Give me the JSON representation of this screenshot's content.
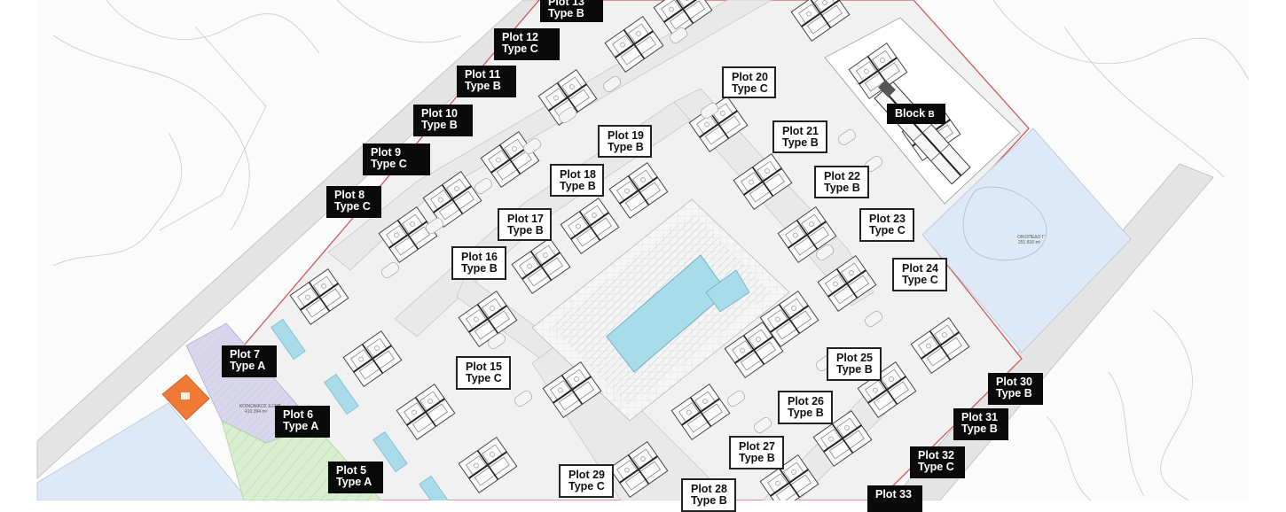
{
  "plots": [
    {
      "id": "plot-13",
      "line1": "Plot 13",
      "line2": "Type B",
      "style": "dark"
    },
    {
      "id": "plot-12",
      "line1": "Plot 12",
      "line2": "Type C",
      "style": "dark"
    },
    {
      "id": "plot-11",
      "line1": "Plot 11",
      "line2": "Type B",
      "style": "dark"
    },
    {
      "id": "plot-10",
      "line1": "Plot 10",
      "line2": "Type B",
      "style": "dark"
    },
    {
      "id": "plot-9",
      "line1": "Plot 9",
      "line2": "Type C",
      "style": "dark"
    },
    {
      "id": "plot-8",
      "line1": "Plot 8",
      "line2": "Type C",
      "style": "dark"
    },
    {
      "id": "plot-7",
      "line1": "Plot 7",
      "line2": "Type A",
      "style": "dark"
    },
    {
      "id": "plot-6",
      "line1": "Plot 6",
      "line2": "Type A",
      "style": "dark"
    },
    {
      "id": "plot-5",
      "line1": "Plot 5",
      "line2": "Type A",
      "style": "dark"
    },
    {
      "id": "plot-20",
      "line1": "Plot 20",
      "line2": "Type C",
      "style": "light"
    },
    {
      "id": "plot-19",
      "line1": "Plot 19",
      "line2": "Type B",
      "style": "light"
    },
    {
      "id": "plot-18",
      "line1": "Plot 18",
      "line2": "Type B",
      "style": "light"
    },
    {
      "id": "plot-17",
      "line1": "Plot 17",
      "line2": "Type B",
      "style": "light"
    },
    {
      "id": "plot-16",
      "line1": "Plot 16",
      "line2": "Type B",
      "style": "light"
    },
    {
      "id": "plot-15",
      "line1": "Plot 15",
      "line2": "Type C",
      "style": "light"
    },
    {
      "id": "plot-21",
      "line1": "Plot 21",
      "line2": "Type B",
      "style": "light"
    },
    {
      "id": "plot-22",
      "line1": "Plot 22",
      "line2": "Type B",
      "style": "light"
    },
    {
      "id": "plot-23",
      "line1": "Plot 23",
      "line2": "Type C",
      "style": "light"
    },
    {
      "id": "plot-24",
      "line1": "Plot 24",
      "line2": "Type C",
      "style": "light"
    },
    {
      "id": "plot-25",
      "line1": "Plot 25",
      "line2": "Type B",
      "style": "light"
    },
    {
      "id": "plot-26",
      "line1": "Plot 26",
      "line2": "Type B",
      "style": "light"
    },
    {
      "id": "plot-27",
      "line1": "Plot 27",
      "line2": "Type B",
      "style": "light"
    },
    {
      "id": "plot-28",
      "line1": "Plot 28",
      "line2": "Type B",
      "style": "light"
    },
    {
      "id": "plot-29",
      "line1": "Plot 29",
      "line2": "Type C",
      "style": "light"
    },
    {
      "id": "plot-30",
      "line1": "Plot 30",
      "line2": "Type B",
      "style": "dark"
    },
    {
      "id": "plot-31",
      "line1": "Plot 31",
      "line2": "Type B",
      "style": "dark"
    },
    {
      "id": "plot-32",
      "line1": "Plot 32",
      "line2": "Type C",
      "style": "dark"
    },
    {
      "id": "plot-33",
      "line1": "Plot 33",
      "line2": "",
      "style": "dark"
    }
  ],
  "block": {
    "line1": "Block",
    "line2": "B"
  },
  "plan_text": {
    "okopedo": "ΟΙΚΟΠΕΔΟ Γ'",
    "okopedo_area": "251.816 m²",
    "koinoniko": "ΚΟΙΝΩΝΙΚΟΣ ΕΞΟΠ.",
    "koinoniko_area": "410.394 m²"
  },
  "colors": {
    "label_dark": "#0a0a0a",
    "label_light": "#ffffff",
    "pool": "#a9dceb",
    "light_blue_plot": "#dde9f6",
    "green_plot": "#d9eed0",
    "purple_plot": "#d9d7ee",
    "orange_marker": "#f07a35",
    "road_grey": "#e6e6e6",
    "boundary_red": "#d0575b"
  }
}
